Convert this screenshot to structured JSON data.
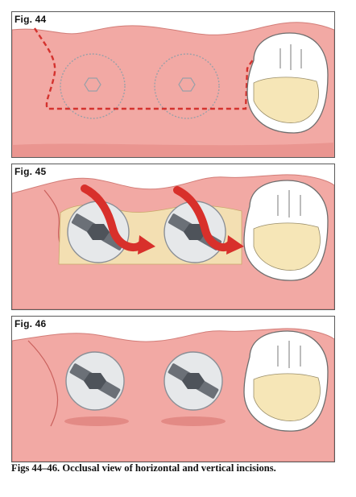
{
  "figures": [
    {
      "label": "Fig. 44"
    },
    {
      "label": "Fig. 45"
    },
    {
      "label": "Fig. 46"
    }
  ],
  "caption": "Figs 44–46. Occlusal view of horizontal and vertical incisions.",
  "colors": {
    "gum": "#f2a9a4",
    "gum_dark": "#e3837e",
    "tissue_line": "#c9605c",
    "incision": "#d4322e",
    "arrow": "#d8302b",
    "implant": "#e6e8ea",
    "screw": "#6b7077",
    "tooth": "#ffffff",
    "tooth_inner": "#f6e6b7"
  }
}
